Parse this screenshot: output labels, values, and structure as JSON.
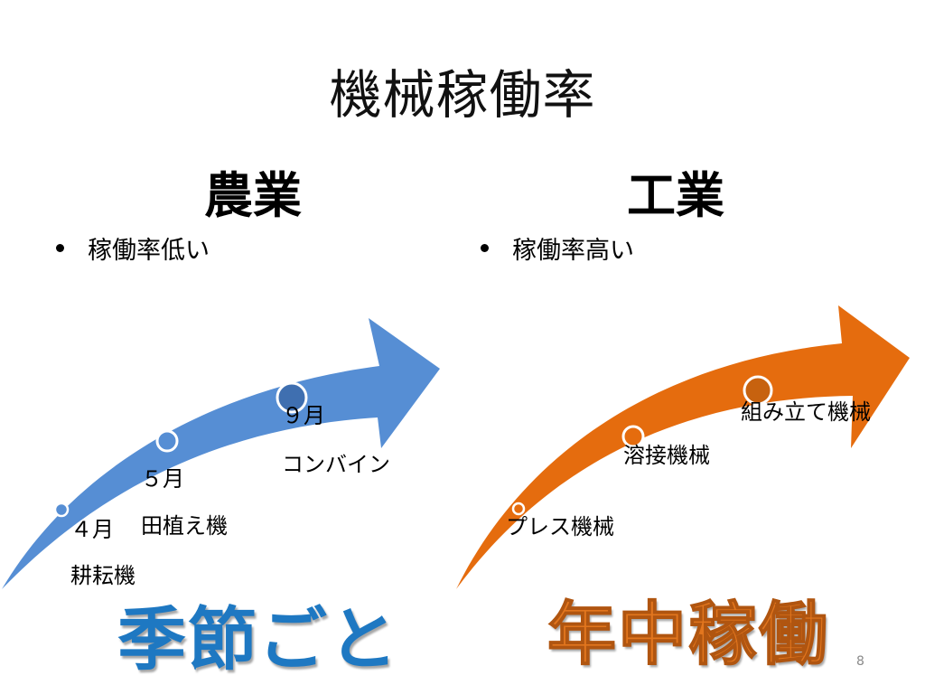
{
  "slide": {
    "title": "機械稼働率",
    "page_number": "8"
  },
  "agriculture": {
    "heading": "農業",
    "bullet": "稼働率低い",
    "arrow_color": "#568ed4",
    "points": [
      {
        "month": "４月",
        "machine": "耕耘機"
      },
      {
        "month": "５月",
        "machine": "田植え機"
      },
      {
        "month": "９月",
        "machine": "コンバイン"
      }
    ],
    "summary": "季節ごと",
    "summary_color": "#1e78c2"
  },
  "industry": {
    "heading": "工業",
    "bullet": "稼働率高い",
    "arrow_color": "#e56c0e",
    "points": [
      {
        "machine": "プレス機械"
      },
      {
        "machine": "溶接機械"
      },
      {
        "machine": "組み立て機械"
      }
    ],
    "summary": "年中稼働",
    "summary_color": "#e2761e"
  }
}
